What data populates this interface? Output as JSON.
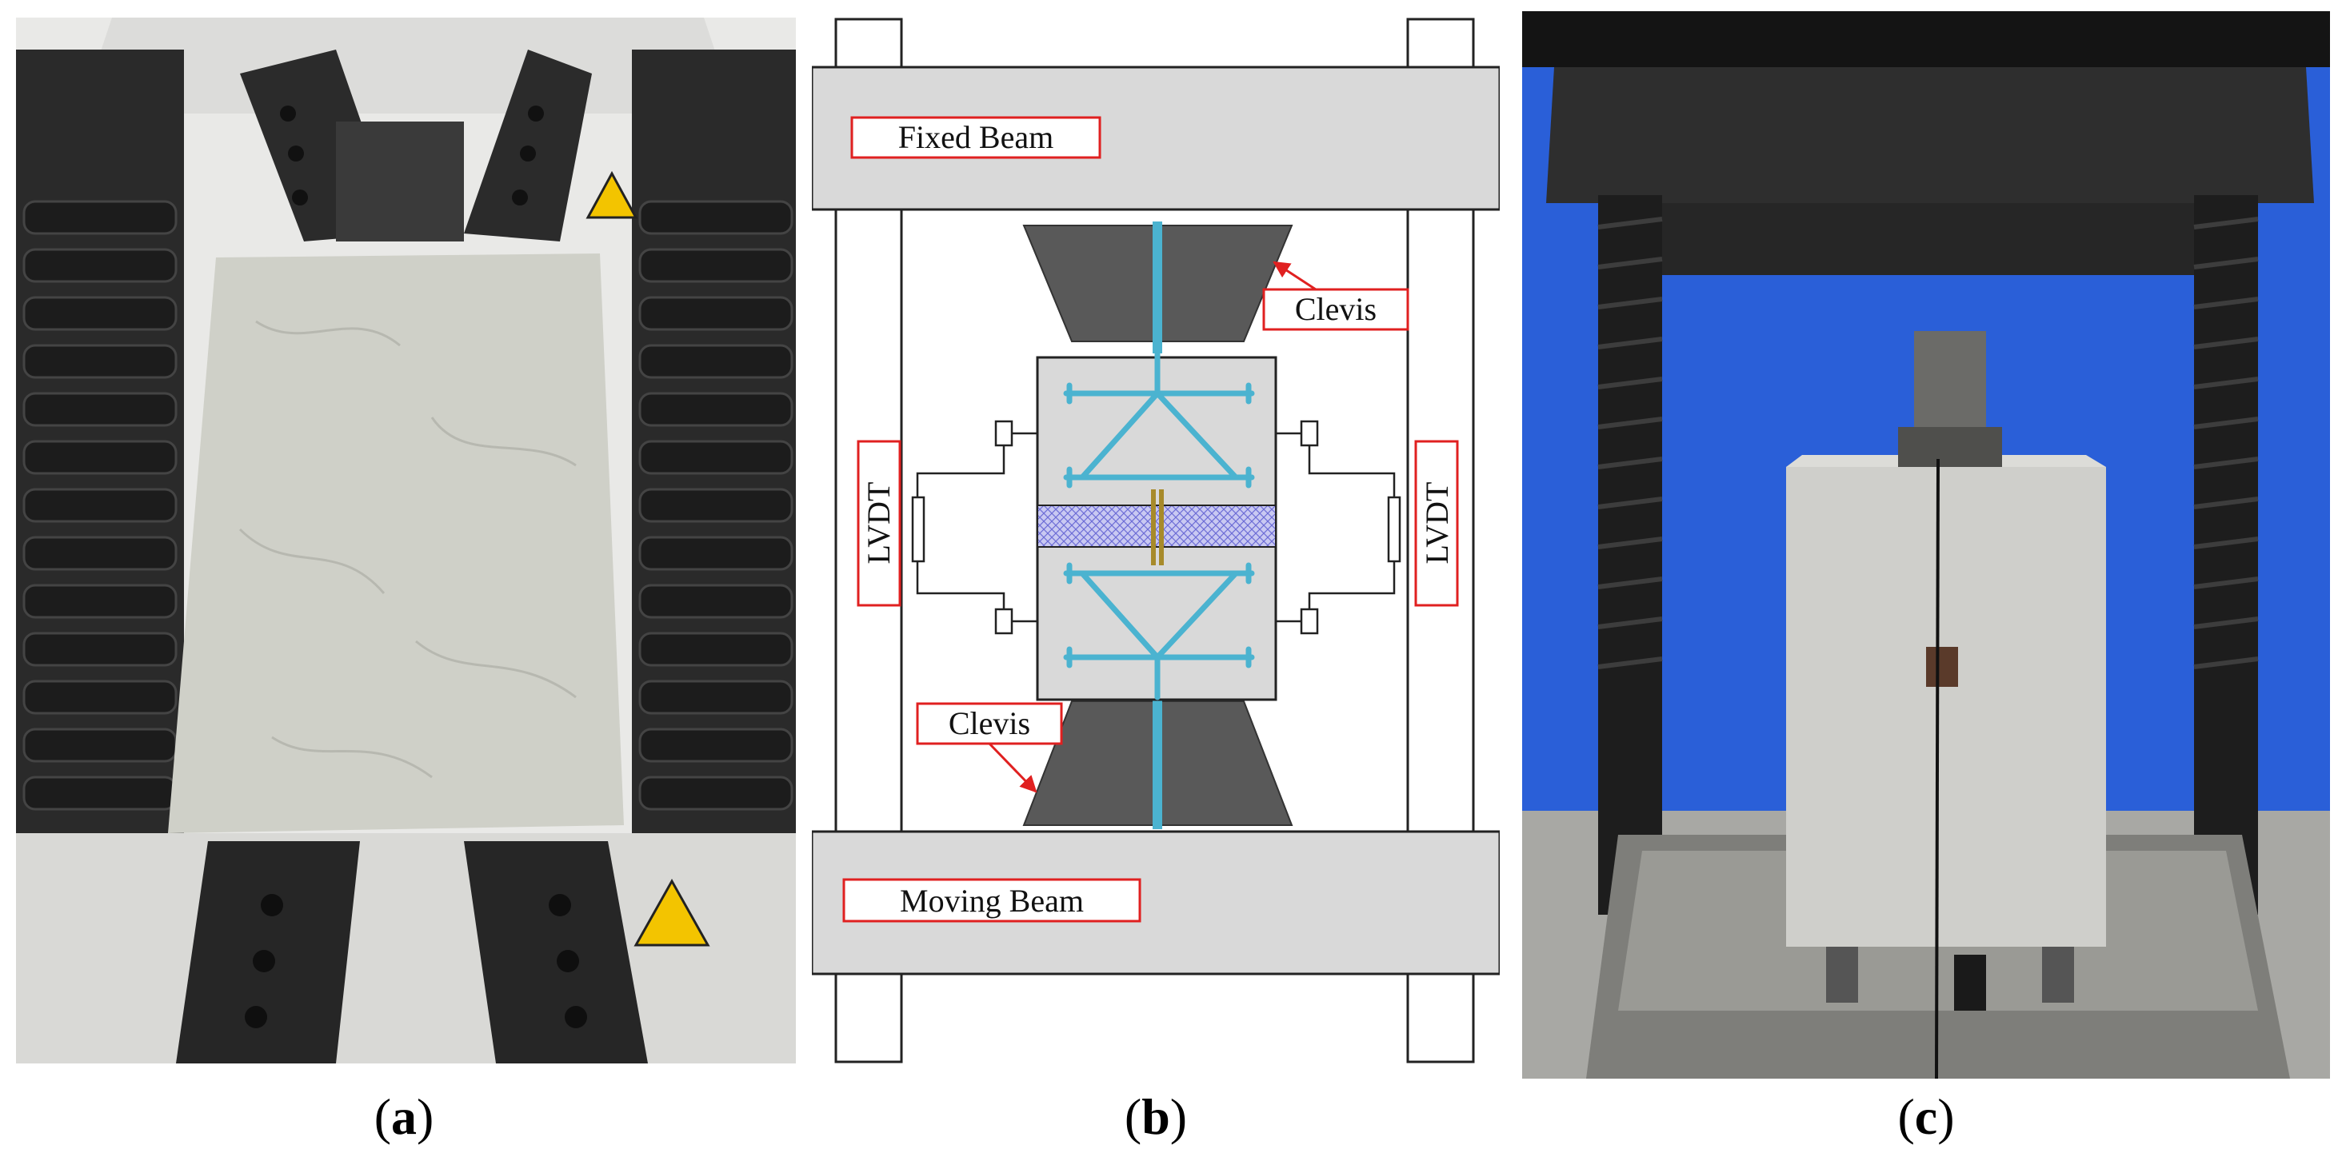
{
  "captions": {
    "a": {
      "open": "(",
      "letter": "a",
      "close": ")"
    },
    "b": {
      "open": "(",
      "letter": "b",
      "close": ")"
    },
    "c": {
      "open": "(",
      "letter": "c",
      "close": ")"
    }
  },
  "diagram": {
    "fixed_beam": "Fixed Beam",
    "moving_beam": "Moving Beam",
    "clevis_top": "Clevis",
    "clevis_bottom": "Clevis",
    "lvdt_left": "LVDT",
    "lvdt_right": "LVDT"
  },
  "colors": {
    "beam_fill": "#d9d9d9",
    "clevis_fill": "#595959",
    "rebar": "#4bb3d0",
    "label_border": "#e02020",
    "arrow": "#e02020",
    "concrete_photo": "#cfd0c8",
    "machine_dark": "#2b2b2b",
    "backdrop_blue": "#2a5fd8"
  }
}
